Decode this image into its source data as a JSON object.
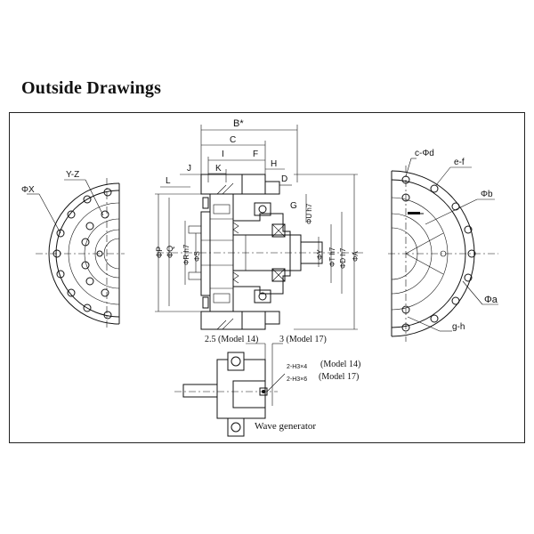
{
  "title": "Outside Drawings",
  "dims": {
    "B": "B*",
    "C": "C",
    "I": "I",
    "F": "F",
    "J": "J",
    "K": "K",
    "H": "H",
    "L": "L",
    "D": "D",
    "G": "G",
    "U": "ΦU h7",
    "T": "ΦT h7",
    "Dh7": "ΦD h7",
    "A": "ΦA",
    "Y": "ΦY",
    "P": "ΦP",
    "Q": "ΦQ",
    "R": "ΦR h7",
    "S": "ΦS",
    "X": "ΦX",
    "YZ": "Y-Z",
    "cd": "c-Φd",
    "ef": "e-f",
    "b": "Φb",
    "a": "Φa",
    "gh": "g-h"
  },
  "wave_generator": {
    "m14_offset": "2.5 (Model 14)",
    "m17_offset": "3 (Model 17)",
    "m14_screw": "2-H3×4",
    "m14_label": "(Model 14)",
    "m17_screw": "2-H3×6",
    "m17_label": "(Model 17)",
    "caption": "Wave generator"
  }
}
